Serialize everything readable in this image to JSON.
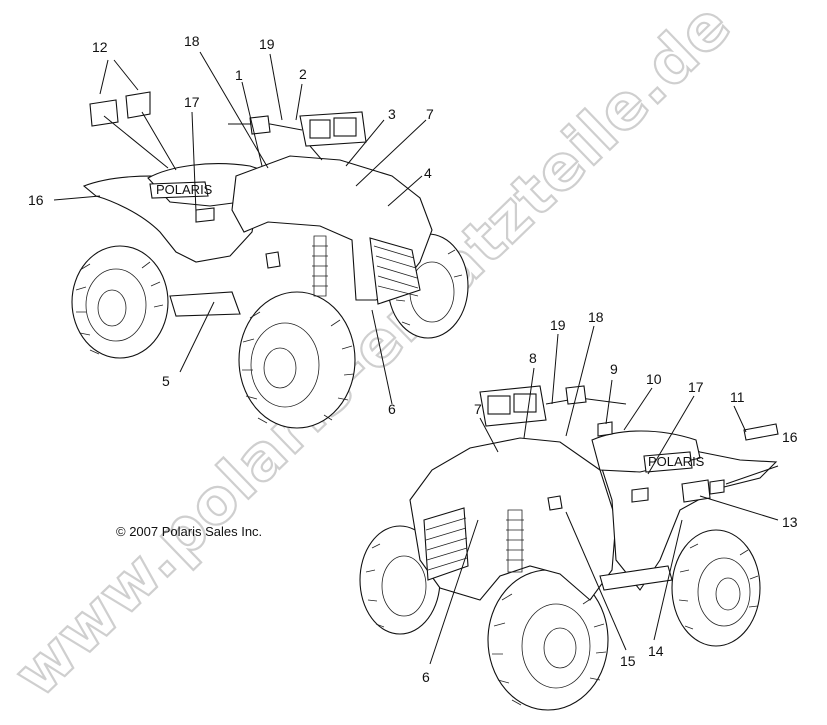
{
  "copyright": "© 2007 Polaris Sales Inc.",
  "watermark": "www.polaris-ersatzteile.de",
  "brand_decal_text": "POLARIS",
  "colors": {
    "line": "#111111",
    "watermark": "#cfcfcf",
    "background": "#ffffff"
  },
  "callouts_upper_vehicle": [
    "12",
    "18",
    "19",
    "1",
    "2",
    "17",
    "3",
    "7",
    "16",
    "4",
    "5",
    "6"
  ],
  "callouts_lower_vehicle": [
    "19",
    "18",
    "8",
    "9",
    "10",
    "17",
    "11",
    "7",
    "16",
    "13",
    "6",
    "15",
    "14"
  ]
}
